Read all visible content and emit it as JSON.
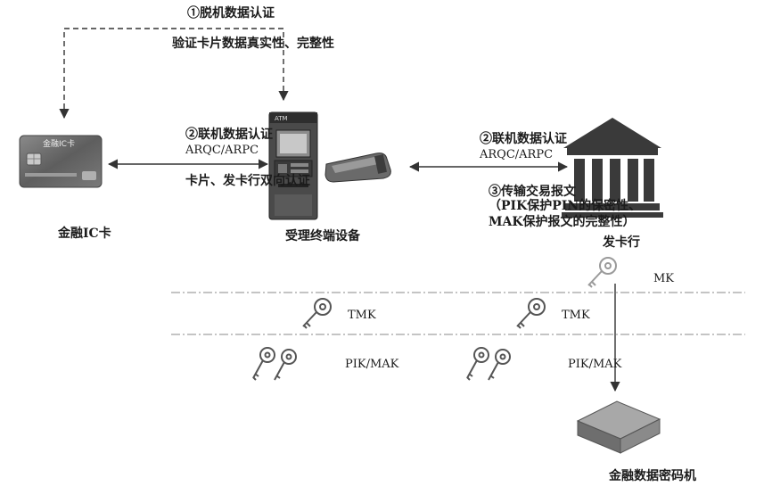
{
  "offline_auth": {
    "title": "①脱机数据认证",
    "description": "验证卡片数据真实性、完整性"
  },
  "online_auth_left": {
    "title": "②联机数据认证",
    "protocol": "ARQC/ARPC",
    "mutual": "卡片、发卡行双向认证"
  },
  "online_auth_right": {
    "title": "②联机数据认证",
    "protocol": "ARQC/ARPC"
  },
  "transaction": {
    "title": "③传输交易报文",
    "pik_note": "（PIK保护PIN的保密性、",
    "mak_note": "MAK保护报文的完整性）"
  },
  "nodes": {
    "card": "金融IC卡",
    "card_face_text": "金融IC卡",
    "terminal": "受理终端设备",
    "atm_sign": "ATM",
    "bank": "发卡行",
    "hsm": "金融数据密码机"
  },
  "keys": {
    "mk": "MK",
    "tmk_left": "TMK",
    "tmk_right": "TMK",
    "pikmak_left": "PIK/MAK",
    "pikmak_right": "PIK/MAK"
  },
  "colors": {
    "line": "#333333",
    "dash_divider": "#888888",
    "key_stroke": "#555555",
    "device_dark": "#3a3a3a"
  }
}
